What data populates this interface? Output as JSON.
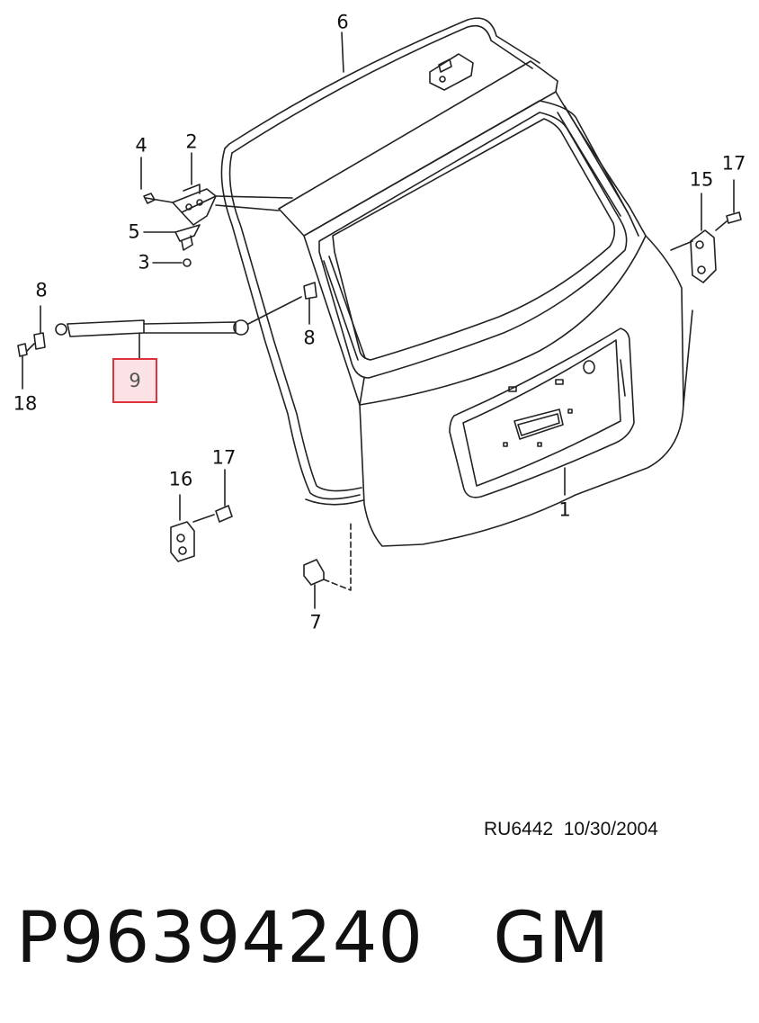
{
  "callouts": [
    {
      "id": "c6",
      "label": "6"
    },
    {
      "id": "c4",
      "label": "4"
    },
    {
      "id": "c2",
      "label": "2"
    },
    {
      "id": "c5",
      "label": "5"
    },
    {
      "id": "c3",
      "label": "3"
    },
    {
      "id": "c8a",
      "label": "8"
    },
    {
      "id": "c8b",
      "label": "8"
    },
    {
      "id": "c18",
      "label": "18"
    },
    {
      "id": "c15",
      "label": "15"
    },
    {
      "id": "c17a",
      "label": "17"
    },
    {
      "id": "c17b",
      "label": "17"
    },
    {
      "id": "c16",
      "label": "16"
    },
    {
      "id": "c1",
      "label": "1"
    },
    {
      "id": "c7",
      "label": "7"
    }
  ],
  "highlighted_callout": "9",
  "drawing_ref": "RU6442  10/30/2004",
  "part_number": "P96394240   GM"
}
